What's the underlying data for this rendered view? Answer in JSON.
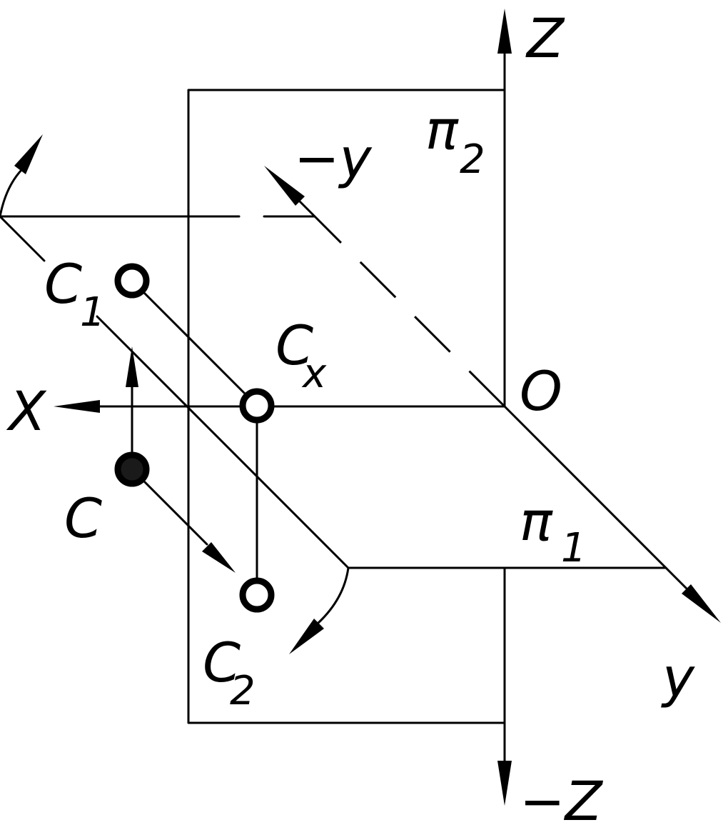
{
  "labels": {
    "z": "Z",
    "neg_z": "−Z",
    "x": "X",
    "y": "y",
    "neg_y": "−y",
    "origin": "O",
    "pi2_main": "π",
    "pi2_sub": "2",
    "pi1_main": "π",
    "pi1_sub": "1",
    "c_main": "C",
    "c1_sub": "1",
    "c2_sub": "2",
    "cx_sub": "x"
  }
}
